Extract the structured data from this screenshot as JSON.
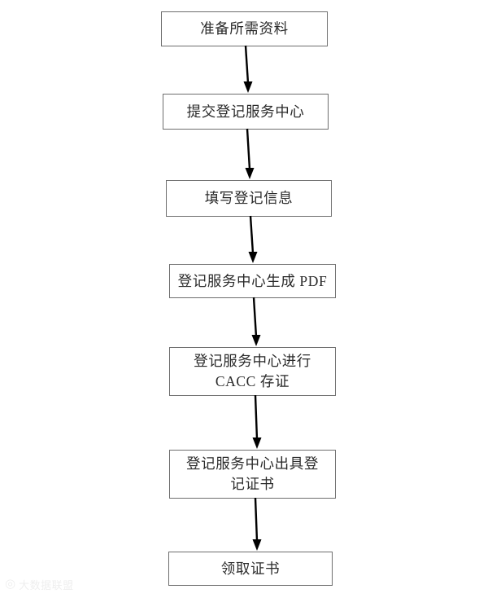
{
  "diagram": {
    "type": "flowchart",
    "orientation": "vertical-top-to-bottom",
    "background_color": "#ffffff",
    "box_border_color": "#6e6e6e",
    "text_color": "#2a2a2a",
    "arrow_color": "#000000",
    "nodes": [
      {
        "id": "step-1",
        "label": "准备所需资料",
        "lines": 1
      },
      {
        "id": "step-2",
        "label": "提交登记服务中心",
        "lines": 1
      },
      {
        "id": "step-3",
        "label": "填写登记信息",
        "lines": 1
      },
      {
        "id": "step-4",
        "label": "登记服务中心生成 PDF",
        "lines": 1
      },
      {
        "id": "step-5",
        "label": "登记服务中心进行\nCACC 存证",
        "lines": 2
      },
      {
        "id": "step-6",
        "label": "登记服务中心出具登\n记证书",
        "lines": 2
      },
      {
        "id": "step-7",
        "label": "领取证书",
        "lines": 1
      }
    ],
    "connectors": [
      {
        "id": "arrow-1",
        "from": "step-1",
        "to": "step-2",
        "style": "solid-arrow-down"
      },
      {
        "id": "arrow-2",
        "from": "step-2",
        "to": "step-3",
        "style": "solid-arrow-down"
      },
      {
        "id": "arrow-3",
        "from": "step-3",
        "to": "step-4",
        "style": "solid-arrow-down"
      },
      {
        "id": "arrow-4",
        "from": "step-4",
        "to": "step-5",
        "style": "solid-arrow-down"
      },
      {
        "id": "arrow-5",
        "from": "step-5",
        "to": "step-6",
        "style": "solid-arrow-down"
      },
      {
        "id": "arrow-6",
        "from": "step-6",
        "to": "step-7",
        "style": "solid-arrow-down"
      }
    ]
  },
  "watermark": {
    "mark": "◎",
    "text": "大数据联盟"
  }
}
